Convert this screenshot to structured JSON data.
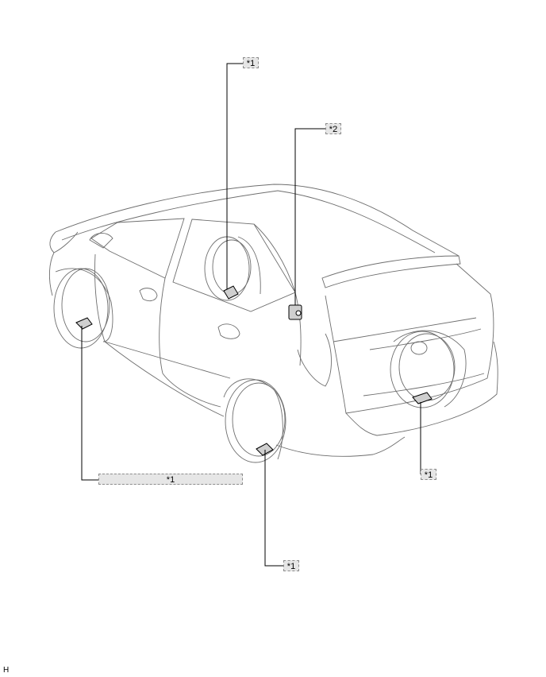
{
  "diagram": {
    "callouts": [
      {
        "id": "tire-pressure-sensor-front-right",
        "text": "*1"
      },
      {
        "id": "tire-pressure-sensor-front-left",
        "text": "*1"
      },
      {
        "id": "tire-pressure-sensor-rear-left",
        "text": "*1"
      },
      {
        "id": "tire-pressure-sensor-spare",
        "text": "*1"
      },
      {
        "id": "receiver-unit",
        "text": "*2"
      }
    ],
    "figure_code": "H"
  }
}
